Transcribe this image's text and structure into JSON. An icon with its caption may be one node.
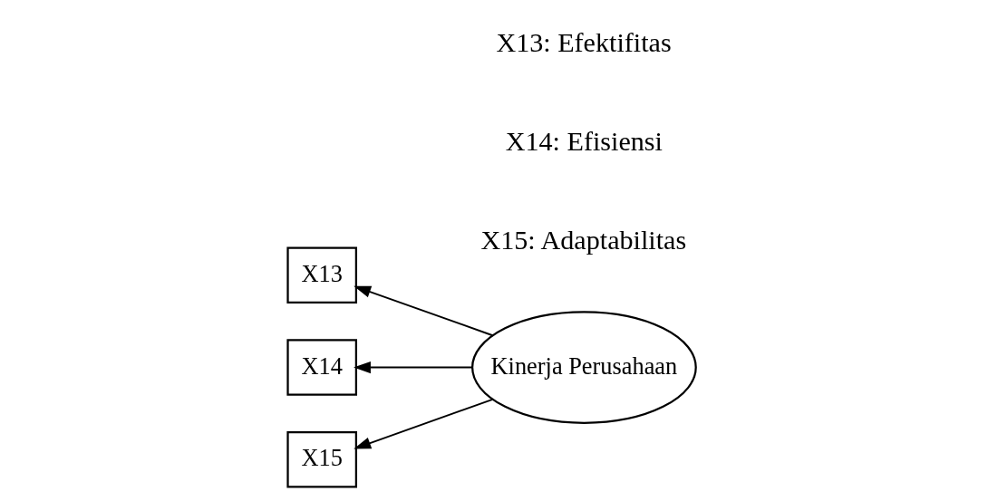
{
  "diagram": {
    "nodes": [
      {
        "text": [
          "Kinerja Perusahaan"
        ]
      },
      {
        "text": [
          "X13"
        ]
      },
      {
        "text": [
          "X14"
        ]
      },
      {
        "text": [
          "X15"
        ]
      }
    ],
    "edges": [
      {
        "from": 0,
        "to": 1,
        "arrow": "to"
      },
      {
        "from": 0,
        "to": 2,
        "arrow": "to"
      },
      {
        "from": 0,
        "to": 3,
        "arrow": "to"
      }
    ],
    "labels": [
      "X13: Efektifitas",
      "X14: Efisiensi",
      "X15: Adaptabilitas"
    ]
  }
}
